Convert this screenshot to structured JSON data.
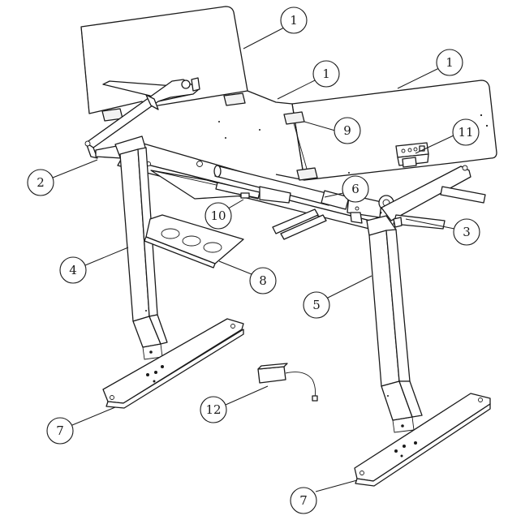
{
  "callouts": [
    {
      "id": "c1a",
      "label": "1"
    },
    {
      "id": "c1b",
      "label": "1"
    },
    {
      "id": "c1c",
      "label": "1"
    },
    {
      "id": "c9",
      "label": "9"
    },
    {
      "id": "c11",
      "label": "11"
    },
    {
      "id": "c2",
      "label": "2"
    },
    {
      "id": "c6",
      "label": "6"
    },
    {
      "id": "c10",
      "label": "10"
    },
    {
      "id": "c3",
      "label": "3"
    },
    {
      "id": "c4",
      "label": "4"
    },
    {
      "id": "c8",
      "label": "8"
    },
    {
      "id": "c5",
      "label": "5"
    },
    {
      "id": "c12",
      "label": "12"
    },
    {
      "id": "c7a",
      "label": "7"
    },
    {
      "id": "c7b",
      "label": "7"
    }
  ]
}
